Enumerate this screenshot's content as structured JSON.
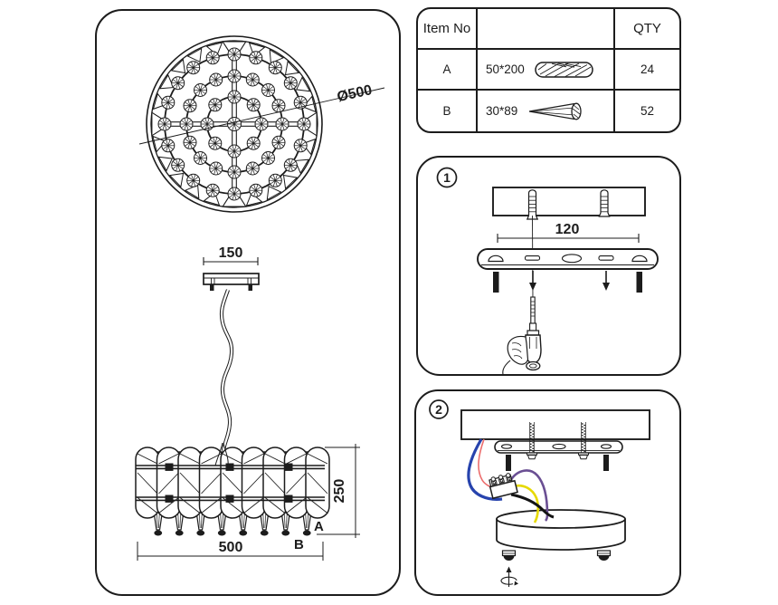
{
  "parts_table": {
    "header": {
      "item_no": "Item No",
      "spec": "",
      "qty": "QTY"
    },
    "rows": [
      {
        "item": "A",
        "size": "50*200",
        "qty": "24",
        "icon": "crystal-tube-icon"
      },
      {
        "item": "B",
        "size": "30*89",
        "qty": "52",
        "icon": "crystal-cone-icon"
      }
    ]
  },
  "product_drawing": {
    "top_view": {
      "diameter_label": "Ø500"
    },
    "side_view": {
      "canopy_width_label": "150",
      "body_height_label": "250",
      "body_width_label": "500",
      "part_a_label": "A",
      "part_b_label": "B"
    }
  },
  "steps": [
    {
      "number": "1",
      "hole_spacing_label": "120"
    },
    {
      "number": "2"
    }
  ],
  "colors": {
    "line": "#1c1c1c",
    "wire_blue": "#2743ad",
    "wire_red": "#ec6d6d",
    "wire_purple": "#6a4f93",
    "wire_yellow": "#e6d900",
    "wire_black": "#141414"
  }
}
